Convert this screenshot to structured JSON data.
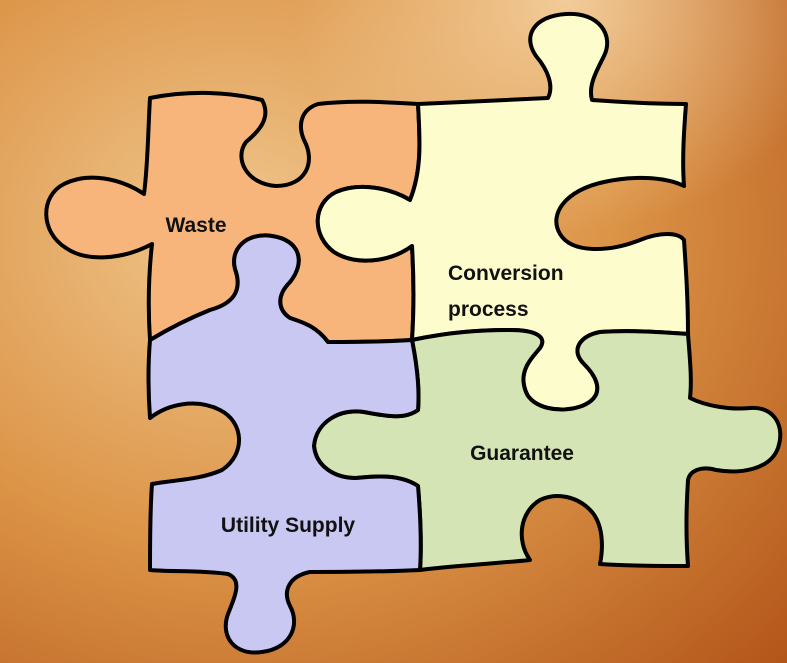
{
  "colors": {
    "background_light": "#f0c78e",
    "background_mid": "#dc8e3e",
    "background_dark": "#b35612",
    "outline": "#000000",
    "waste": "#f7b57c",
    "conversion": "#fdfccc",
    "guarantee": "#d5e4b5",
    "utility": "#c8c8f2"
  },
  "pieces": {
    "waste": {
      "label": "Waste"
    },
    "conversion": {
      "label_line1": "Conversion",
      "label_line2": "process"
    },
    "guarantee": {
      "label": "Guarantee"
    },
    "utility": {
      "label": "Utility Supply"
    }
  }
}
